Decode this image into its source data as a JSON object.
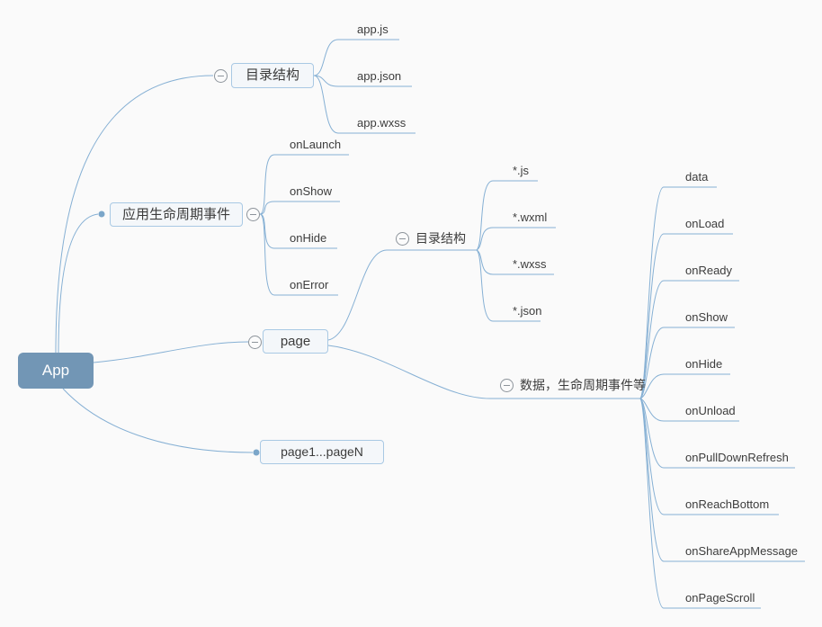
{
  "mindmap": {
    "root": {
      "label": "App"
    },
    "branches": [
      {
        "label": "目录结构",
        "collapse_icon": "minus-circle",
        "children": [
          {
            "label": "app.js"
          },
          {
            "label": "app.json"
          },
          {
            "label": "app.wxss"
          }
        ]
      },
      {
        "label": "应用生命周期事件",
        "collapse_icon": "minus-circle",
        "children": [
          {
            "label": "onLaunch"
          },
          {
            "label": "onShow"
          },
          {
            "label": "onHide"
          },
          {
            "label": "onError"
          }
        ]
      },
      {
        "label": "page",
        "collapse_icon": "minus-circle",
        "children": [
          {
            "label": "目录结构",
            "collapse_icon": "minus-circle",
            "children": [
              {
                "label": "*.js"
              },
              {
                "label": "*.wxml"
              },
              {
                "label": "*.wxss"
              },
              {
                "label": "*.json"
              }
            ]
          },
          {
            "label": "数据，生命周期事件等",
            "collapse_icon": "minus-circle",
            "children": [
              {
                "label": "data"
              },
              {
                "label": "onLoad"
              },
              {
                "label": "onReady"
              },
              {
                "label": "onShow"
              },
              {
                "label": "onHide"
              },
              {
                "label": "onUnload"
              },
              {
                "label": "onPullDownRefresh"
              },
              {
                "label": "onReachBottom"
              },
              {
                "label": "onShareAppMessage"
              },
              {
                "label": "onPageScroll"
              }
            ]
          }
        ]
      },
      {
        "label": "page1...pageN"
      }
    ],
    "colors": {
      "root_fill": "#7296b5",
      "root_text": "#ffffff",
      "node_border": "#a9c9e4",
      "node_fill": "#f4f7fa",
      "edge": "#86b0d4",
      "text": "#3c3c3c",
      "collapse_icon": "#8d949b",
      "background": "#fafafa"
    }
  }
}
